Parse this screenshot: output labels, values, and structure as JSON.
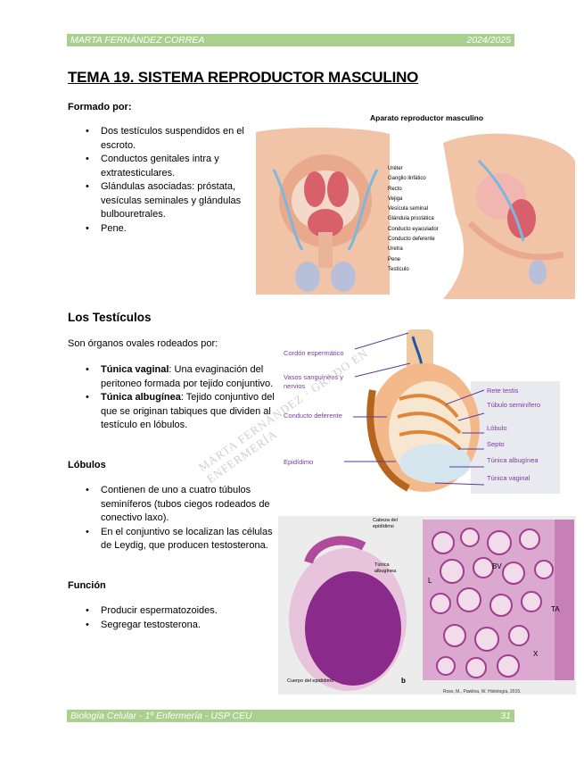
{
  "header": {
    "author": "MARTA FERNÁNDEZ CORREA",
    "year": "2024/2025"
  },
  "title": "TEMA 19. SISTEMA REPRODUCTOR MASCULINO",
  "formado": {
    "heading": "Formado por:",
    "items": [
      "Dos testículos suspendidos en el escroto.",
      "Conductos genitales intra y extratesticulares.",
      "Glándulas asociadas: próstata, vesículas seminales y glándulas bulbouretrales.",
      "Pene."
    ]
  },
  "fig1": {
    "title": "Aparato reproductor masculino",
    "labels": [
      "Uréter",
      "Ganglio linfático",
      "Recto",
      "Vejiga",
      "Vesícula seminal",
      "Glándula prostática",
      "Conducto eyaculador",
      "Conducto deferente",
      "Uretra",
      "Pene",
      "Testículo"
    ]
  },
  "testiculos": {
    "heading": "Los Testículos",
    "intro": "Son órganos ovales rodeados por:",
    "items": [
      {
        "term": "Túnica vaginal",
        "text": ": Una evaginación del peritoneo formada por tejido conjuntivo."
      },
      {
        "term": "Túnica albugínea",
        "text": ": Tejido conjuntivo del que se originan tabiques que dividen al testículo en lóbulos."
      }
    ]
  },
  "fig2": {
    "left_labels": [
      "Cordón espermático",
      "Vasos sanguíneos y nervios",
      "Conducto deferente",
      "Epidídimo"
    ],
    "right_labels": [
      "Rete testis",
      "Túbulo seminífero",
      "Lóbulo",
      "Septo",
      "Túnica albugínea",
      "Túnica vaginal"
    ]
  },
  "lobulos": {
    "heading": "Lóbulos",
    "items": [
      "Contienen de uno a cuatro túbulos seminíferos (tubos ciegos rodeados de conectivo laxo).",
      "En el conjuntivo se localizan las células de Leydig, que producen testosterona."
    ]
  },
  "fig3": {
    "labels": [
      "Cabeza del epidídimo",
      "Túnica albugínea",
      "Cuerpo del epidídimo",
      "b",
      "BV",
      "TA",
      "L",
      "X"
    ],
    "credit": "Ross, M., Pawlina, W. Histología, 2015."
  },
  "funcion": {
    "heading": "Función",
    "items": [
      "Producir espermatozoides.",
      "Segregar testosterona."
    ]
  },
  "footer": {
    "course": "Biología Celular - 1º Enfermería - USP CEU",
    "page": "31"
  },
  "watermark": "MARTA FERNÁNDEZ · GRADO EN ENFERMERÍA",
  "colors": {
    "band": "#a9d08e",
    "illustration_label": "#7a3aa0",
    "histology": "#b04a9a"
  }
}
